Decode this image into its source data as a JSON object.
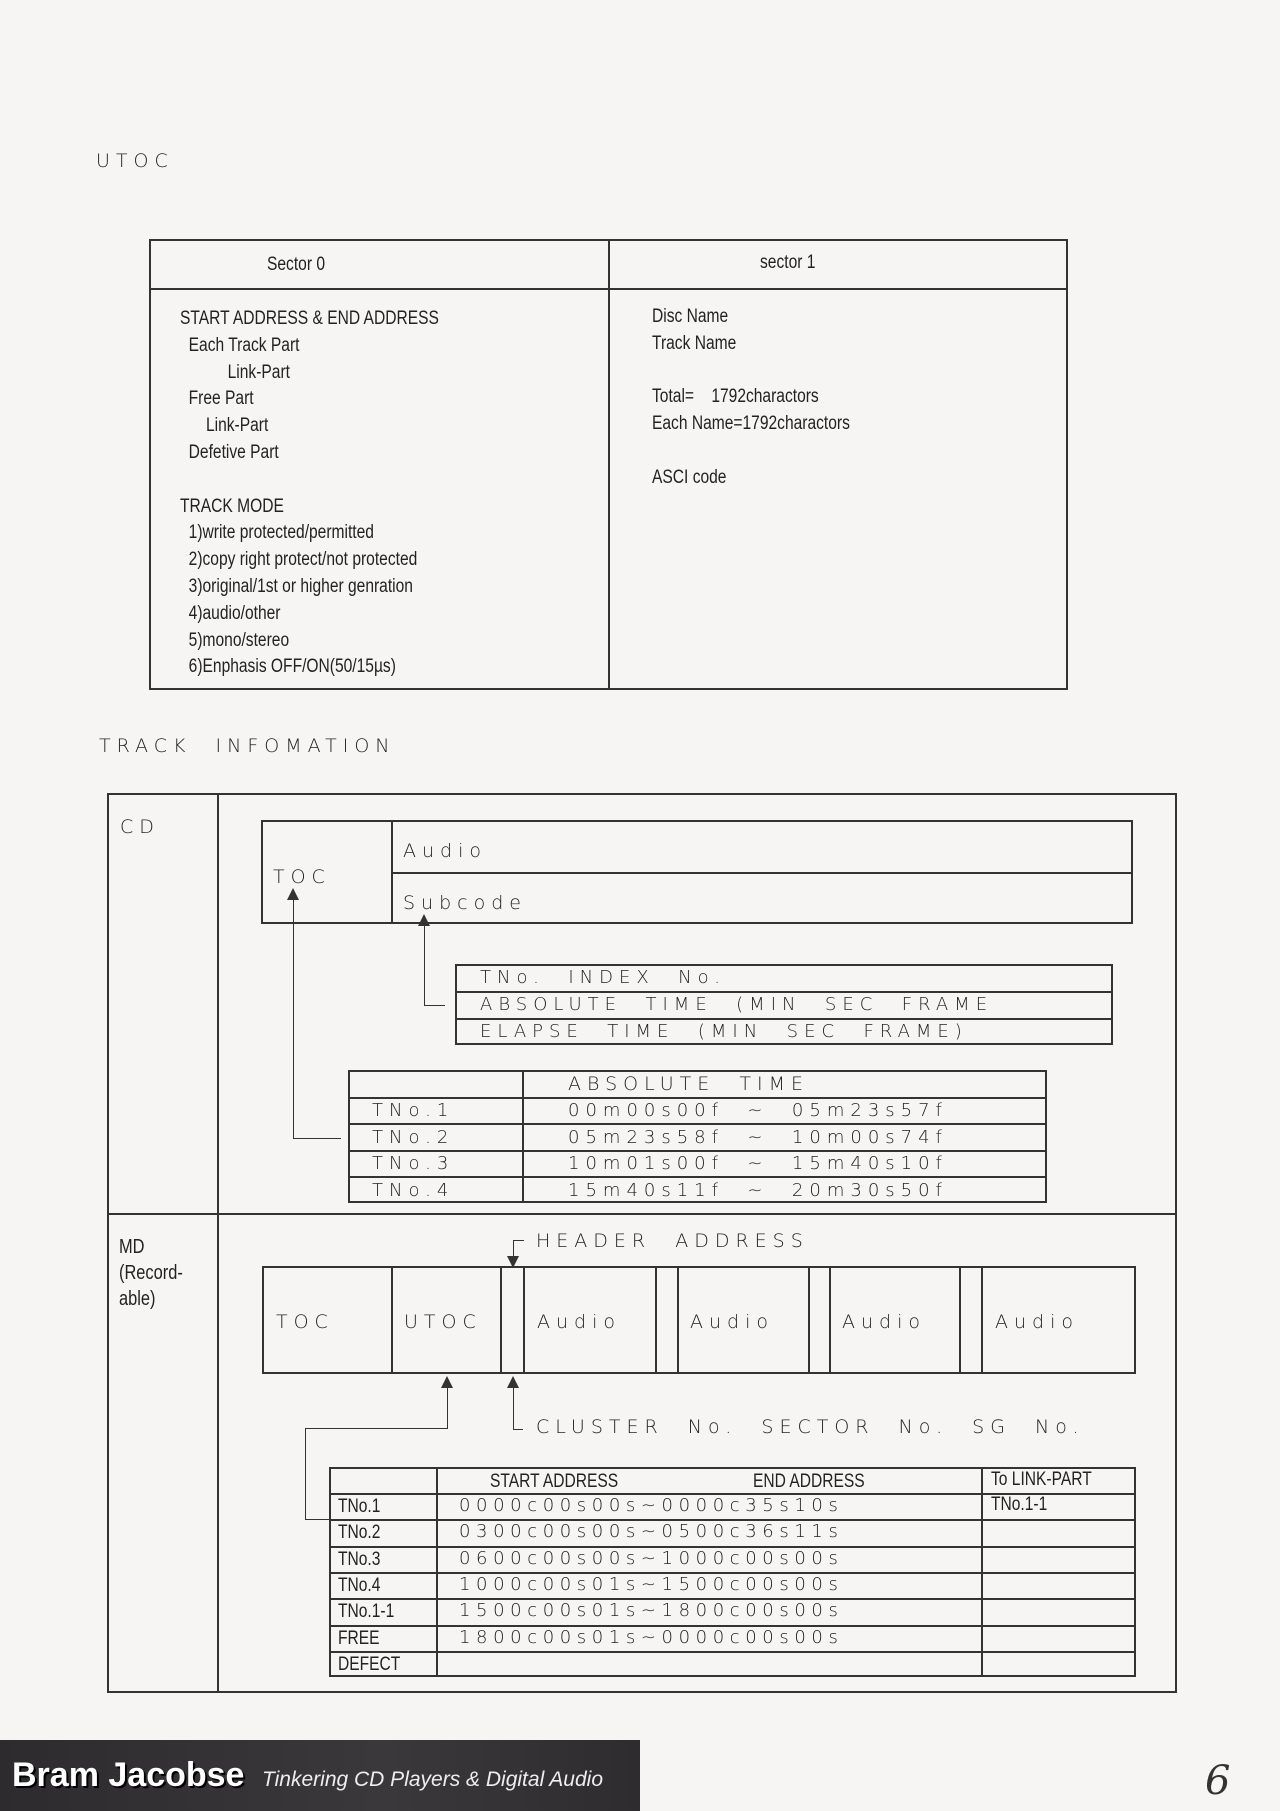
{
  "utoc": {
    "title": "UTOC",
    "sector0_header": "Sector 0",
    "sector1_header": "sector 1",
    "sector0_lines": [
      "START ADDRESS & END ADDRESS",
      "  Each Track Part",
      "           Link-Part",
      "  Free Part",
      "      Link-Part",
      "  Defetive Part",
      "",
      "TRACK MODE",
      "  1)write protected/permitted",
      "  2)copy right protect/not protected",
      "  3)original/1st or higher genration",
      "  4)audio/other",
      "  5)mono/stereo",
      "  6)Enphasis OFF/ON(50/15µs)"
    ],
    "sector1_lines": [
      "Disc Name",
      "Track Name",
      "",
      "Total=    1792charactors",
      "Each Name=1792charactors",
      "",
      "ASCI code"
    ]
  },
  "track_info": {
    "title": "TRACK  INFOMATION",
    "cd": {
      "label": "CD",
      "toc": "TOC",
      "audio": "Audio",
      "subcode": "Subcode",
      "subcode_fields": [
        "TNo.  INDEX  No.",
        "ABSOLUTE  TIME  (MIN  SEC  FRAME",
        "ELAPSE  TIME  (MIN  SEC  FRAME)"
      ],
      "abs_header": "ABSOLUTE  TIME",
      "abs_rows": [
        {
          "track": "TNo.1",
          "time": "00m00s00f  ~  05m23s57f"
        },
        {
          "track": "TNo.2",
          "time": "05m23s58f  ~  10m00s74f"
        },
        {
          "track": "TNo.3",
          "time": "10m01s00f  ~  15m40s10f"
        },
        {
          "track": "TNo.4",
          "time": "15m40s11f  ~  20m30s50f"
        }
      ]
    },
    "md": {
      "label": "MD",
      "label2": "(Record-",
      "label3": "able)",
      "header_address": "HEADER  ADDRESS",
      "blocks": [
        "TOC",
        "UTOC",
        "Audio",
        "Audio",
        "Audio",
        "Audio"
      ],
      "cluster_label": "CLUSTER  No.  SECTOR  No.  SG  No.",
      "addr_headers": {
        "start": "START ADDRESS",
        "end": "END ADDRESS",
        "link": "To LINK-PART"
      },
      "addr_rows": [
        {
          "name": "TNo.1",
          "range": "0000c00s00s~0000c35s10s",
          "link": "TNo.1-1"
        },
        {
          "name": "TNo.2",
          "range": "0300c00s00s~0500c36s11s",
          "link": ""
        },
        {
          "name": "TNo.3",
          "range": "0600c00s00s~1000c00s00s",
          "link": ""
        },
        {
          "name": "TNo.4",
          "range": "1000c00s01s~1500c00s00s",
          "link": ""
        },
        {
          "name": "TNo.1-1",
          "range": "1500c00s01s~1800c00s00s",
          "link": ""
        },
        {
          "name": "FREE",
          "range": "1800c00s01s~0000c00s00s",
          "link": ""
        },
        {
          "name": "DEFECT",
          "range": "",
          "link": ""
        }
      ]
    }
  },
  "footer": {
    "author": "Bram Jacobse",
    "tagline": "Tinkering CD Players & Digital Audio",
    "page_number": "6"
  }
}
